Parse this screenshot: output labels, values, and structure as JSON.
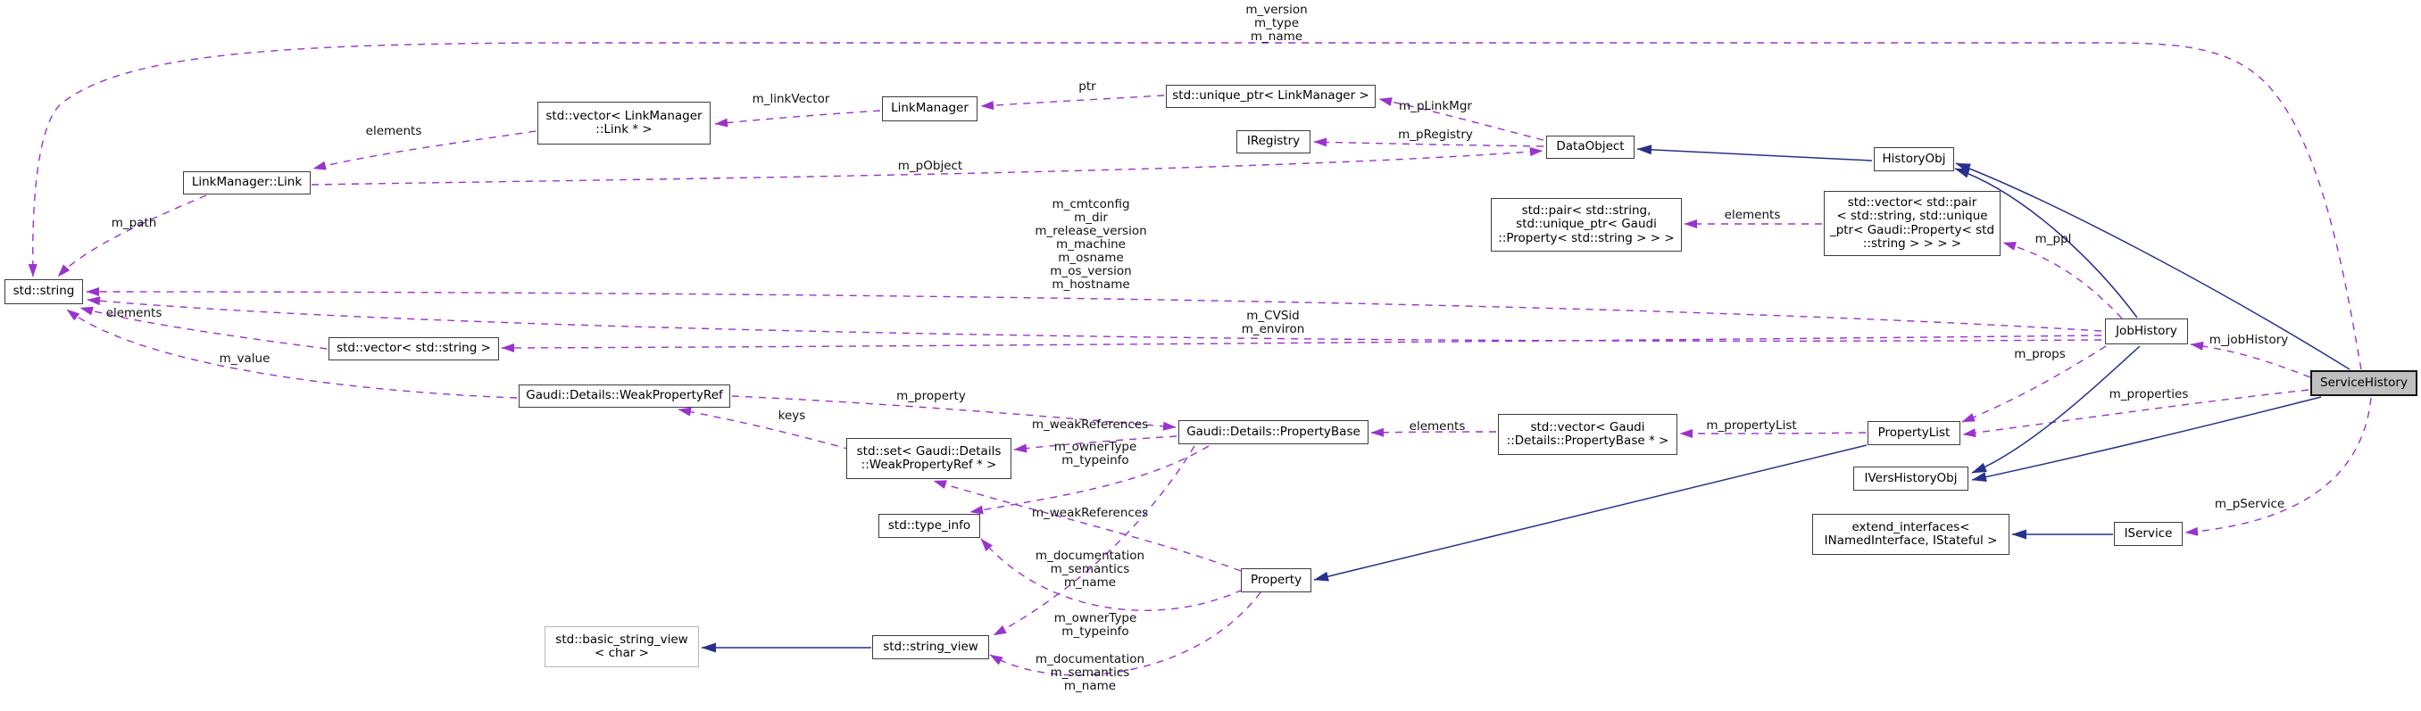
{
  "diagram": {
    "kind": "collaboration-graph",
    "focus_node": "ServiceHistory",
    "colors": {
      "usage_edge": "#9a32cd",
      "inheritance_edge": "#27318c",
      "node_border": "#3c3c3c",
      "node_fill": "#ffffff",
      "focus_fill": "#bfbfbf",
      "external_border": "#b5b5b5",
      "background": "#ffffff"
    },
    "nodes": [
      {
        "id": "string",
        "label": "std::string"
      },
      {
        "id": "link",
        "label": "LinkManager::Link"
      },
      {
        "id": "veclink",
        "label": "std::vector< LinkManager\n::Link * >"
      },
      {
        "id": "linkmgr",
        "label": "LinkManager"
      },
      {
        "id": "uptr",
        "label": "std::unique_ptr< LinkManager >"
      },
      {
        "id": "iregistry",
        "label": "IRegistry"
      },
      {
        "id": "dataobject",
        "label": "DataObject"
      },
      {
        "id": "historyobj",
        "label": "HistoryObj"
      },
      {
        "id": "pair",
        "label": "std::pair< std::string,\nstd::unique_ptr< Gaudi\n::Property< std::string > > >"
      },
      {
        "id": "vecpair",
        "label": "std::vector< std::pair\n< std::string, std::unique\n_ptr< Gaudi::Property< std\n::string > > > >"
      },
      {
        "id": "jobhistory",
        "label": "JobHistory"
      },
      {
        "id": "servicehistory",
        "label": "ServiceHistory",
        "style": "highlight"
      },
      {
        "id": "vecstring",
        "label": "std::vector< std::string >"
      },
      {
        "id": "weakref",
        "label": "Gaudi::Details::WeakPropertyRef"
      },
      {
        "id": "set",
        "label": "std::set< Gaudi::Details\n::WeakPropertyRef * >"
      },
      {
        "id": "propertybase",
        "label": "Gaudi::Details::PropertyBase"
      },
      {
        "id": "vecpb",
        "label": "std::vector< Gaudi\n::Details::PropertyBase * >"
      },
      {
        "id": "propertylist",
        "label": "PropertyList"
      },
      {
        "id": "ivershistoryobj",
        "label": "IVersHistoryObj"
      },
      {
        "id": "typeinfo",
        "label": "std::type_info"
      },
      {
        "id": "property",
        "label": "Property"
      },
      {
        "id": "extif",
        "label": "extend_interfaces<\nINamedInterface, IStateful >"
      },
      {
        "id": "iservice",
        "label": "IService"
      },
      {
        "id": "bsv",
        "label": "std::basic_string_view\n< char >",
        "style": "external"
      },
      {
        "id": "strview",
        "label": "std::string_view"
      }
    ],
    "edges": [
      {
        "id": "version",
        "from": "servicehistory",
        "to": "string",
        "kind": "dashed",
        "label": "m_version\nm_type\nm_name"
      },
      {
        "id": "linkvector",
        "from": "linkmgr",
        "to": "veclink",
        "kind": "dashed",
        "label": "m_linkVector"
      },
      {
        "id": "ptr",
        "from": "uptr",
        "to": "linkmgr",
        "kind": "dashed",
        "label": "ptr"
      },
      {
        "id": "plinkmgr",
        "from": "dataobject",
        "to": "uptr",
        "kind": "dashed",
        "label": "m_pLinkMgr"
      },
      {
        "id": "pregistry",
        "from": "dataobject",
        "to": "iregistry",
        "kind": "dashed",
        "label": "m_pRegistry"
      },
      {
        "id": "pobject",
        "from": "link",
        "to": "dataobject",
        "kind": "dashed",
        "label": "m_pObject"
      },
      {
        "id": "elements_link",
        "from": "veclink",
        "to": "link",
        "kind": "dashed",
        "label": "elements"
      },
      {
        "id": "path",
        "from": "link",
        "to": "string",
        "kind": "dashed",
        "label": "m_path"
      },
      {
        "id": "envblock",
        "from": "jobhistory",
        "to": "string",
        "kind": "dashed",
        "label": "m_cmtconfig\nm_dir\nm_release_version\nm_machine\nm_osname\nm_os_version\nm_hostname"
      },
      {
        "id": "elements_pair",
        "from": "vecpair",
        "to": "pair",
        "kind": "dashed",
        "label": "elements"
      },
      {
        "id": "ppl",
        "from": "jobhistory",
        "to": "vecpair",
        "kind": "dashed",
        "label": "m_ppl"
      },
      {
        "id": "cvsid",
        "from": "jobhistory",
        "to": "string",
        "kind": "dashed",
        "label": "m_CVSid\nm_environ"
      },
      {
        "id": "environ",
        "from": "jobhistory",
        "to": "vecstring",
        "kind": "dashed",
        "label": ""
      },
      {
        "id": "elements_string",
        "from": "vecstring",
        "to": "string",
        "kind": "dashed",
        "label": "elements"
      },
      {
        "id": "value",
        "from": "weakref",
        "to": "string",
        "kind": "dashed",
        "label": "m_value"
      },
      {
        "id": "keys",
        "from": "set",
        "to": "weakref",
        "kind": "dashed",
        "label": "keys"
      },
      {
        "id": "property",
        "from": "weakref",
        "to": "propertybase",
        "kind": "dashed",
        "label": "m_property"
      },
      {
        "id": "weakrefs1",
        "from": "propertybase",
        "to": "set",
        "kind": "dashed",
        "label": "m_weakReferences"
      },
      {
        "id": "owner1",
        "from": "propertybase",
        "to": "typeinfo",
        "kind": "dashed",
        "label": "m_ownerType\nm_typeinfo"
      },
      {
        "id": "weakrefs2",
        "from": "property",
        "to": "set",
        "kind": "dashed",
        "label": "m_weakReferences"
      },
      {
        "id": "doc1",
        "from": "propertybase",
        "to": "strview",
        "kind": "dashed",
        "label": "m_documentation\nm_semantics\nm_name"
      },
      {
        "id": "owner2",
        "from": "property",
        "to": "typeinfo",
        "kind": "dashed",
        "label": "m_ownerType\nm_typeinfo"
      },
      {
        "id": "doc2",
        "from": "property",
        "to": "strview",
        "kind": "dashed",
        "label": "m_documentation\nm_semantics\nm_name"
      },
      {
        "id": "elements_pb",
        "from": "vecpb",
        "to": "propertybase",
        "kind": "dashed",
        "label": "elements"
      },
      {
        "id": "propertylist",
        "from": "propertylist",
        "to": "vecpb",
        "kind": "dashed",
        "label": "m_propertyList"
      },
      {
        "id": "props",
        "from": "jobhistory",
        "to": "propertylist",
        "kind": "dashed",
        "label": "m_props"
      },
      {
        "id": "properties",
        "from": "servicehistory",
        "to": "propertylist",
        "kind": "dashed",
        "label": "m_properties"
      },
      {
        "id": "jobhistoryref",
        "from": "servicehistory",
        "to": "jobhistory",
        "kind": "dashed",
        "label": "m_jobHistory"
      },
      {
        "id": "pservice",
        "from": "servicehistory",
        "to": "iservice",
        "kind": "dashed",
        "label": "m_pService"
      },
      {
        "id": "inh_hist_data",
        "from": "historyobj",
        "to": "dataobject",
        "kind": "solid",
        "label": ""
      },
      {
        "id": "inh_job_hist",
        "from": "jobhistory",
        "to": "historyobj",
        "kind": "solid",
        "label": ""
      },
      {
        "id": "inh_svc_hist",
        "from": "servicehistory",
        "to": "historyobj",
        "kind": "solid",
        "label": ""
      },
      {
        "id": "inh_job_ivers",
        "from": "jobhistory",
        "to": "ivershistoryobj",
        "kind": "solid",
        "label": ""
      },
      {
        "id": "inh_svc_ivers",
        "from": "servicehistory",
        "to": "ivershistoryobj",
        "kind": "solid",
        "label": ""
      },
      {
        "id": "inh_plist_prop",
        "from": "propertylist",
        "to": "property",
        "kind": "solid",
        "label": ""
      },
      {
        "id": "inh_sv_bsv",
        "from": "strview",
        "to": "bsv",
        "kind": "solid",
        "label": ""
      },
      {
        "id": "inh_isvc_ext",
        "from": "iservice",
        "to": "extif",
        "kind": "solid",
        "label": ""
      }
    ]
  }
}
